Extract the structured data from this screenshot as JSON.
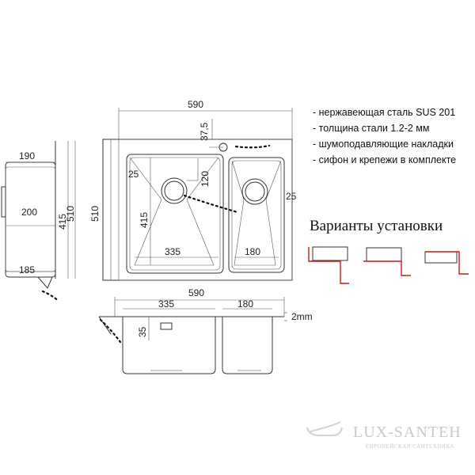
{
  "specs": {
    "line1": "- нержавеющая сталь SUS 201",
    "line2": "- толщина стали 1.2-2 мм",
    "line3": "- шумоподавляющие накладки",
    "line4": "- сифон и крепежи в комплекте"
  },
  "install": {
    "title": "Варианты установки"
  },
  "dims": {
    "top_width": "590",
    "tap_offset": "37,5",
    "height": "510",
    "corner_r1": "25",
    "corner_r2": "25",
    "drain_offset": "120",
    "bowl_depth_large": "415",
    "bowl_width_large": "335",
    "bowl_width_small": "180",
    "side_depth_190": "190",
    "side_depth_200": "200",
    "side_415": "415",
    "side_510": "510",
    "side_185": "185",
    "front_width": "590",
    "front_335": "335",
    "front_180": "180",
    "front_35": "35",
    "thickness": "2mm"
  },
  "brand": {
    "name": "LUX-SANTEH",
    "subtitle": "ЕВРОПЕЙСКАЯ САНТЕХНИКА"
  }
}
